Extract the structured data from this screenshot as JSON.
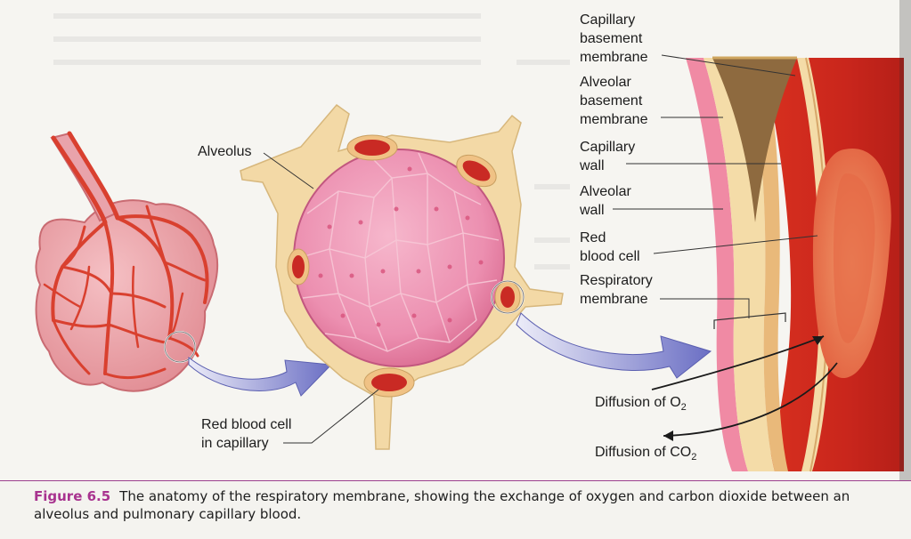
{
  "labels": {
    "capillary_basement_membrane": [
      "Capillary",
      "basement",
      "membrane"
    ],
    "alveolar_basement_membrane": [
      "Alveolar",
      "basement",
      "membrane"
    ],
    "capillary_wall": [
      "Capillary",
      "wall"
    ],
    "alveolar_wall": [
      "Alveolar",
      "wall"
    ],
    "red_blood_cell": [
      "Red",
      "blood cell"
    ],
    "respiratory_membrane": [
      "Respiratory",
      "membrane"
    ],
    "alveolus": "Alveolus",
    "rbc_in_capillary": [
      "Red blood cell",
      "in capillary"
    ],
    "diffusion_o2": {
      "text": "Diffusion of O",
      "sub": "2"
    },
    "diffusion_co2": {
      "text": "Diffusion of CO",
      "sub": "2"
    }
  },
  "caption": {
    "figure_number": "Figure 6.5",
    "text": "The anatomy of the respiratory membrane, showing the exchange of oxygen and carbon dioxide between an alveolus and pulmonary capillary blood."
  },
  "colors": {
    "vessel_red": "#d9402f",
    "alveolus_pink": "#ee8fb0",
    "tissue_tan": "#f3d9a6",
    "blood_red": "#c92a24",
    "arrow_blue": "#8e8fd0",
    "caption_accent": "#a8338f"
  }
}
